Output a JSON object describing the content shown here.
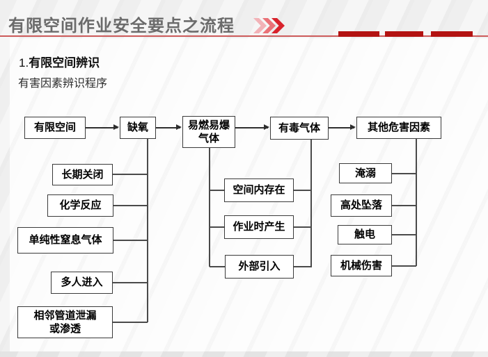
{
  "header": {
    "title": "有限空间作业安全要点之流程",
    "chevrons_icon": "triple-chevron-right",
    "decor_dashes": 3
  },
  "section": {
    "number": "1.",
    "heading": "有限空间辨识",
    "subtitle": "有害因素辨识程序"
  },
  "flow": {
    "row": [
      "有限空间",
      "缺氧",
      "易燃易爆气体",
      "有毒气体",
      "其他危害因素"
    ],
    "left": [
      "长期关闭",
      "化学反应",
      "单纯性窒息气体",
      "多人进入",
      "相邻管道泄漏或渗透"
    ],
    "mid": [
      "空间内存在",
      "作业时产生",
      "外部引入"
    ],
    "right": [
      "淹溺",
      "高处坠落",
      "触电",
      "机械伤害"
    ],
    "edges": {
      "sequence": "有限空间 → 缺氧 → 易燃易爆气体 → 有毒气体 → 其他危害因素",
      "left_branch_parent": "缺氧",
      "mid_branch_parents": [
        "易燃易爆气体",
        "有毒气体"
      ],
      "right_branch_parent": "其他危害因素"
    }
  },
  "colors": {
    "accent_red": "#b31312",
    "chevron_light": "#f2b2b7",
    "chevron_mid": "#ea7278",
    "chevron_dark": "#d8232c",
    "title_gray": "#6b6b6b",
    "box_border": "#3a3a3a",
    "connector": "#4a4a4a"
  }
}
